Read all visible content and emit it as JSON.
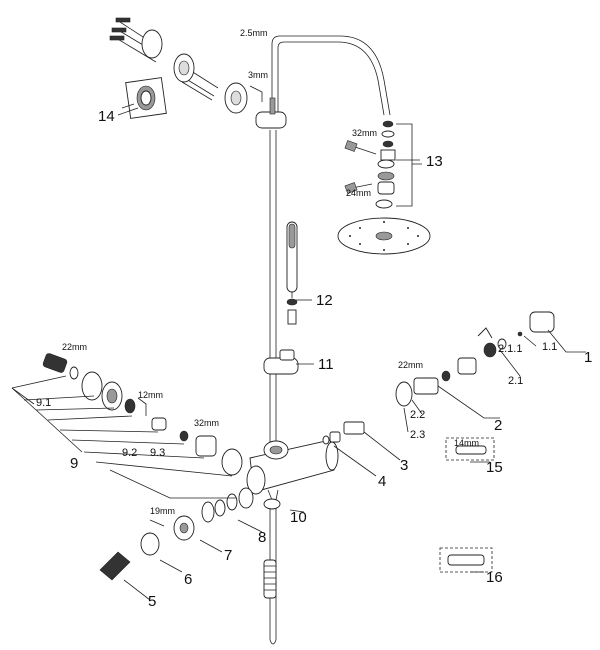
{
  "callouts": {
    "c1": "1",
    "c1_1": "1.1",
    "c2": "2",
    "c2_1": "2.1",
    "c2_1_1": "2.1.1",
    "c2_2": "2.2",
    "c2_3": "2.3",
    "c3": "3",
    "c4": "4",
    "c5": "5",
    "c6": "6",
    "c7": "7",
    "c8": "8",
    "c9": "9",
    "c9_1": "9.1",
    "c9_2": "9.2",
    "c9_3": "9.3",
    "c10": "10",
    "c11": "11",
    "c12": "12",
    "c13": "13",
    "c14": "14",
    "c15": "15",
    "c16": "16"
  },
  "tools": {
    "t2_5": "2.5mm",
    "t3": "3mm",
    "t32a": "32mm",
    "t24": "24mm",
    "t22a": "22mm",
    "t12": "12mm",
    "t32b": "32mm",
    "t22b": "22mm",
    "t14": "14mm",
    "t19": "19mm"
  }
}
